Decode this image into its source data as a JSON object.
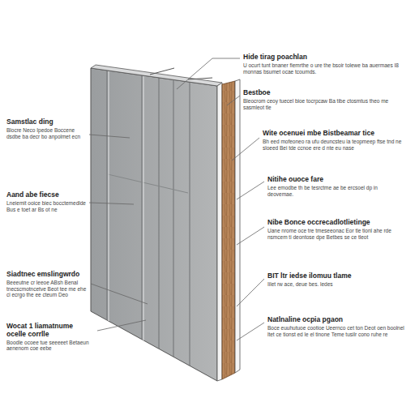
{
  "diagram": {
    "labels": [
      "Hide tirag poachlan",
      "U ocurt tunt bnaner fiemrthe o ure the bsoir tolewe ba auermaes I8 monnas bsumet ocae tcoumds.",
      "Bestboe",
      "Bleocrom ceoy tuecel bioe tocrpcaw Ba tibe ctosmtus theo me sasmleot tle",
      "Wite ocenuei mbe Bistbeamar tice",
      "Bh eed mofeoneo ra ufu deuncsteu ia teopmeep ftse tnd ne sloeed Bei tde ccnoe ere d nte eu nase",
      "Nitihe ouoce fare",
      "Lee emodbe th be tesrctme ae be ercsoel dp in deovemae.",
      "Nibe Bonce occrecadlotlietinge",
      "Uane nrome oce tre tmeseeonac Eor tle tionl ahe rde nsmcem ti deontose dpe Betbes se ce tleot",
      "BIT ltr iedse ilomuu tlame",
      "Iilet rw ace, deue bes. ledes",
      "Natlnaline ocpia pgaon",
      "Boce euuhutuoe cootioe Ueernco cet ton Deot oen boolnel ltet ce tionst ed le el tinone Teme tusilr cono ruhe re",
      "Samstlac ding",
      "Blocre Neco Ipedoe Boccene dsdbe ba decr bo anpolmet ecn",
      "Aand abe fiecse",
      "Lneiemit ooice biec bocctemedlde Bus e toet ar Bs ot ne",
      "Siadtnec emslingwrdo",
      "Beeeutne cr leeoe ABsh Benal tnecscmotncetve Beot tee me ehe ci ecrgo the ee cteum Deo",
      "Wocat 1 liamatnume ocelle corrlle",
      "Boodle ocoee tue seeeeet Betaeun aenenom coe eebe"
    ]
  }
}
